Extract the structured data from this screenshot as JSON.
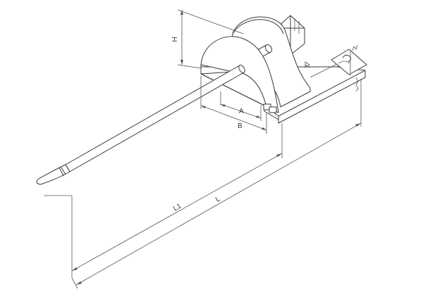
{
  "diagram": {
    "dimension_labels": {
      "h": "H",
      "a": "A",
      "b": "B",
      "l1": "L1",
      "l": "L"
    }
  }
}
